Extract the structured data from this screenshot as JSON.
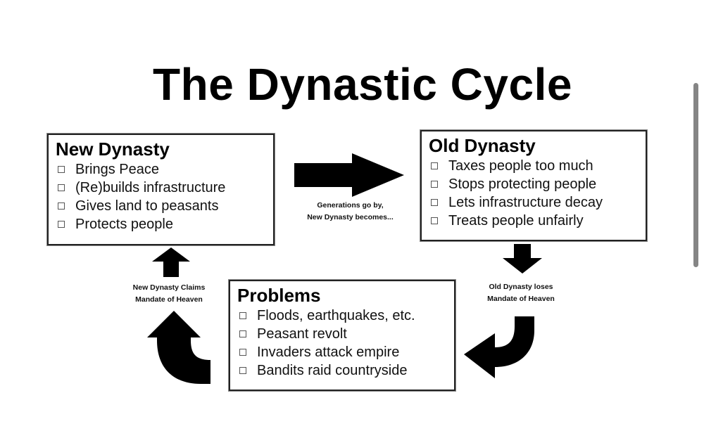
{
  "title": "The Dynastic Cycle",
  "boxes": {
    "new_dynasty": {
      "heading": "New Dynasty",
      "items": [
        "Brings Peace",
        "(Re)builds infrastructure",
        "Gives land to peasants",
        "Protects people"
      ]
    },
    "old_dynasty": {
      "heading": "Old Dynasty",
      "items": [
        "Taxes people too much",
        "Stops protecting people",
        "Lets infrastructure decay",
        "Treats people unfairly"
      ]
    },
    "problems": {
      "heading": "Problems",
      "items": [
        "Floods, earthquakes, etc.",
        "Peasant revolt",
        "Invaders attack empire",
        "Bandits raid countryside"
      ]
    }
  },
  "transitions": {
    "new_to_old": {
      "line1": "Generations go by,",
      "line2": "New Dynasty becomes..."
    },
    "old_to_problems": {
      "line1": "Old Dynasty loses",
      "line2": "Mandate of Heaven"
    },
    "problems_to_new": {
      "line1": "New Dynasty Claims",
      "line2": "Mandate of Heaven"
    }
  },
  "icons": {
    "bullet": "checkbox-square-icon",
    "arrow_right": "arrow-right-icon",
    "arrow_down": "arrow-down-icon",
    "arrow_up": "arrow-up-icon",
    "curved_left": "curved-arrow-left-icon",
    "curved_up": "curved-arrow-up-icon"
  },
  "colors": {
    "ink": "#000000",
    "background": "#ffffff",
    "scrollbar": "#858585"
  }
}
